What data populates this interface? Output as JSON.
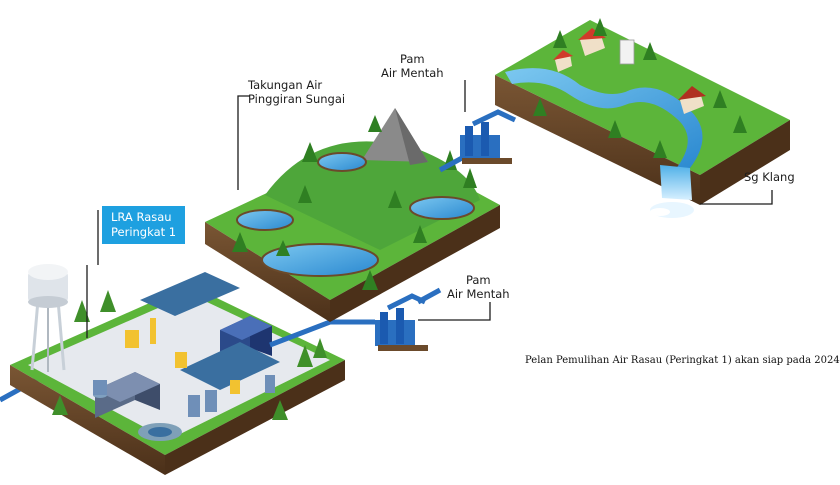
{
  "labels": {
    "reservoir_line1": "Takungan Air",
    "reservoir_line2": "Pinggiran Sungai",
    "pump_top_line1": "Pam",
    "pump_top_line2": "Air Mentah",
    "pump_bottom_line1": "Pam",
    "pump_bottom_line2": "Air Mentah",
    "river": "Sg Klang",
    "plant_line1": "LRA Rasau",
    "plant_line2": "Peringkat 1"
  },
  "caption": "Pelan Pemulihan Air Rasau (Peringkat 1) akan siap pada 2024",
  "colors": {
    "grass": "#5cb53a",
    "grass_dark": "#3f8f2a",
    "soil": "#6b4a2b",
    "soil_dark": "#4b3019",
    "water": "#3aa0e0",
    "pipe": "#2a6fc0",
    "label_box": "#1ea0e0",
    "mountain": "#8a8a8a"
  }
}
